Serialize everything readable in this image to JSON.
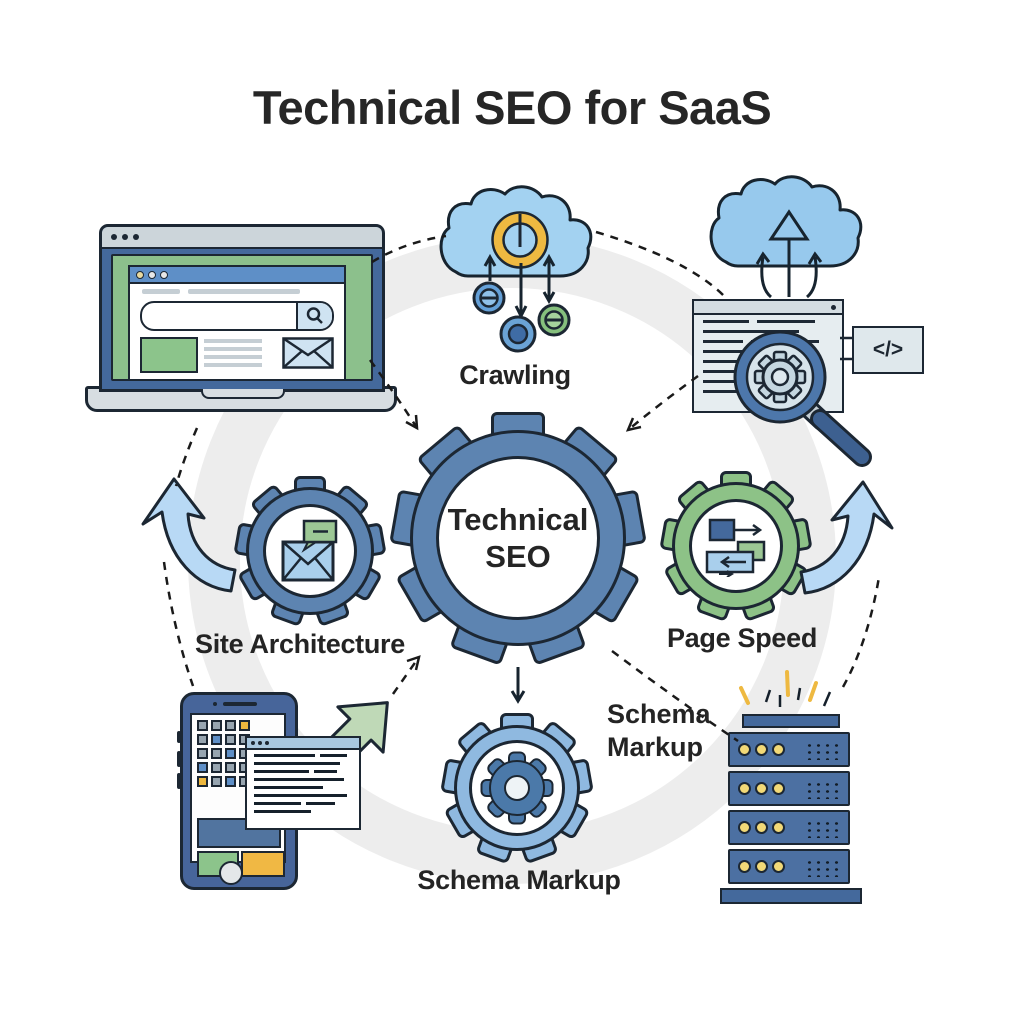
{
  "title": "Technical SEO for SaaS",
  "center_gear": {
    "line1": "Technical",
    "line2": "SEO"
  },
  "labels": {
    "crawling": "Crawling",
    "site_architecture": "Site Architecture",
    "page_speed": "Page Speed",
    "schema_markup": "Schema Markup",
    "schema_annotation_line1": "Schema",
    "schema_annotation_line2": "Markup"
  },
  "code_box": {
    "text": "</>"
  },
  "icons": {
    "laptop": "laptop-browser-search",
    "crawling_cloud": "cloud-with-power-ring",
    "upload_cloud": "cloud-upload-arrows",
    "audit_document": "document-with-magnifier-gear",
    "code_tag": "code-tag-box",
    "site_architecture_gear": "gear-envelope-chat",
    "page_speed_gear": "gear-blocks-arrows",
    "schema_gear": "gear-in-gear",
    "smartphone": "phone-app-grid",
    "text_popup": "text-window",
    "growth_arrow": "block-arrow-up-right",
    "server": "server-rack-sparks",
    "curved_arrow_left": "curved-arrow-up",
    "curved_arrow_right": "curved-arrow-up"
  },
  "colors": {
    "outline": "#1c2733",
    "text": "#262626",
    "gear_blue": "#5d84b1",
    "gear_green": "#8dc287",
    "gear_light_blue": "#8fb9e0",
    "cloud_blue": "#a3d2f1",
    "accent_yellow": "#eeb941",
    "leaf_green": "#8cc48b",
    "frame_blue": "#44699c",
    "arrow_light_blue": "#b8d9f5",
    "arrow_green": "#bfd9b7",
    "server_blue": "#4c70a2",
    "watermark_gray": "#ededed"
  }
}
